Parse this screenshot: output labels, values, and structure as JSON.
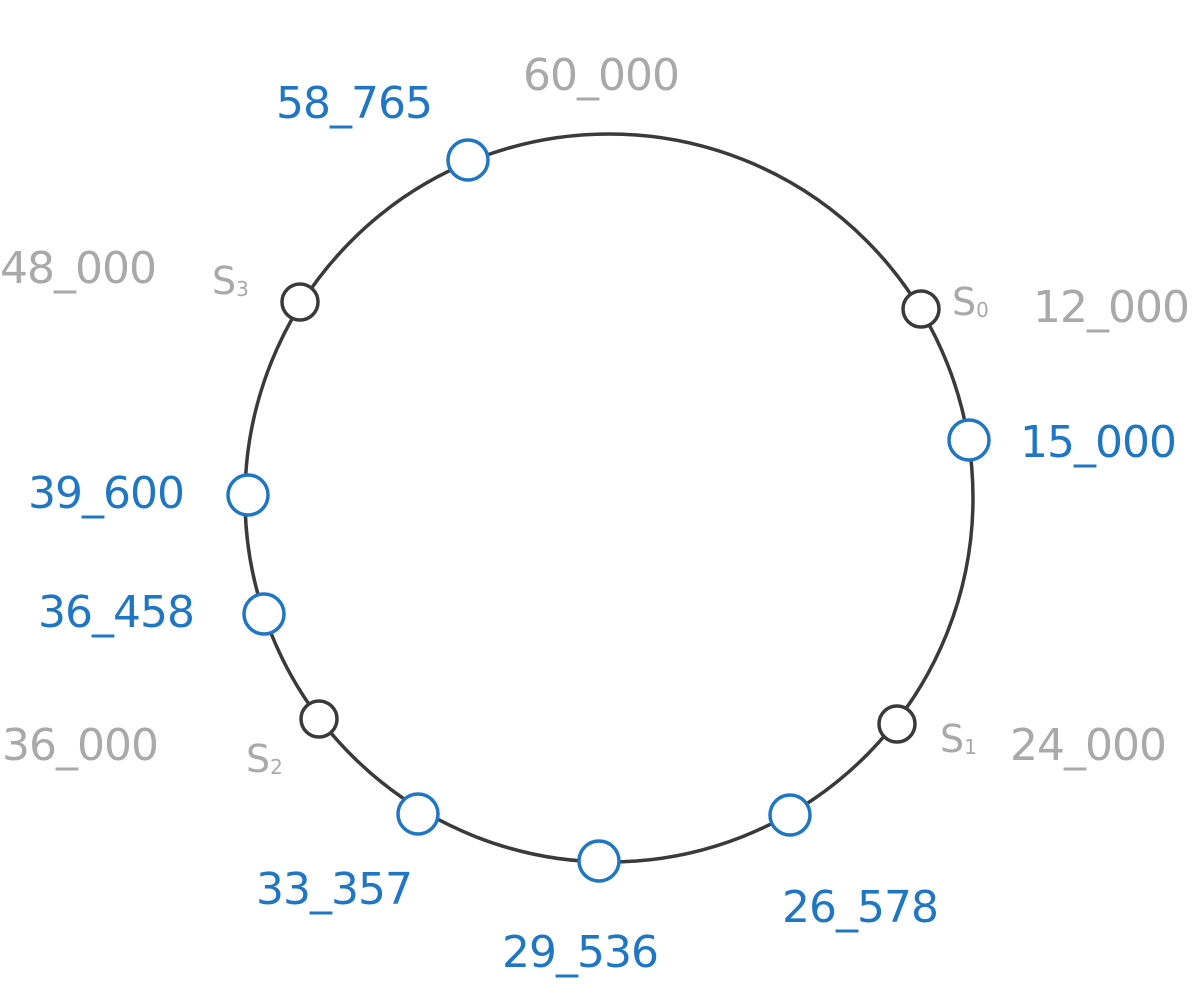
{
  "ring": {
    "top_label": "60_000",
    "stroke_color": "#3a3a3a"
  },
  "servers": [
    {
      "name": "S",
      "index": "0",
      "position": "12_000"
    },
    {
      "name": "S",
      "index": "1",
      "position": "24_000"
    },
    {
      "name": "S",
      "index": "2",
      "position": "36_000"
    },
    {
      "name": "S",
      "index": "3",
      "position": "48_000"
    }
  ],
  "keys": [
    {
      "position": "15_000"
    },
    {
      "position": "26_578"
    },
    {
      "position": "29_536"
    },
    {
      "position": "33_357"
    },
    {
      "position": "36_458"
    },
    {
      "position": "39_600"
    },
    {
      "position": "58_765"
    }
  ],
  "colors": {
    "server": "#3a3a3a",
    "server_label": "#a9a9a9",
    "key": "#1f77c4"
  }
}
